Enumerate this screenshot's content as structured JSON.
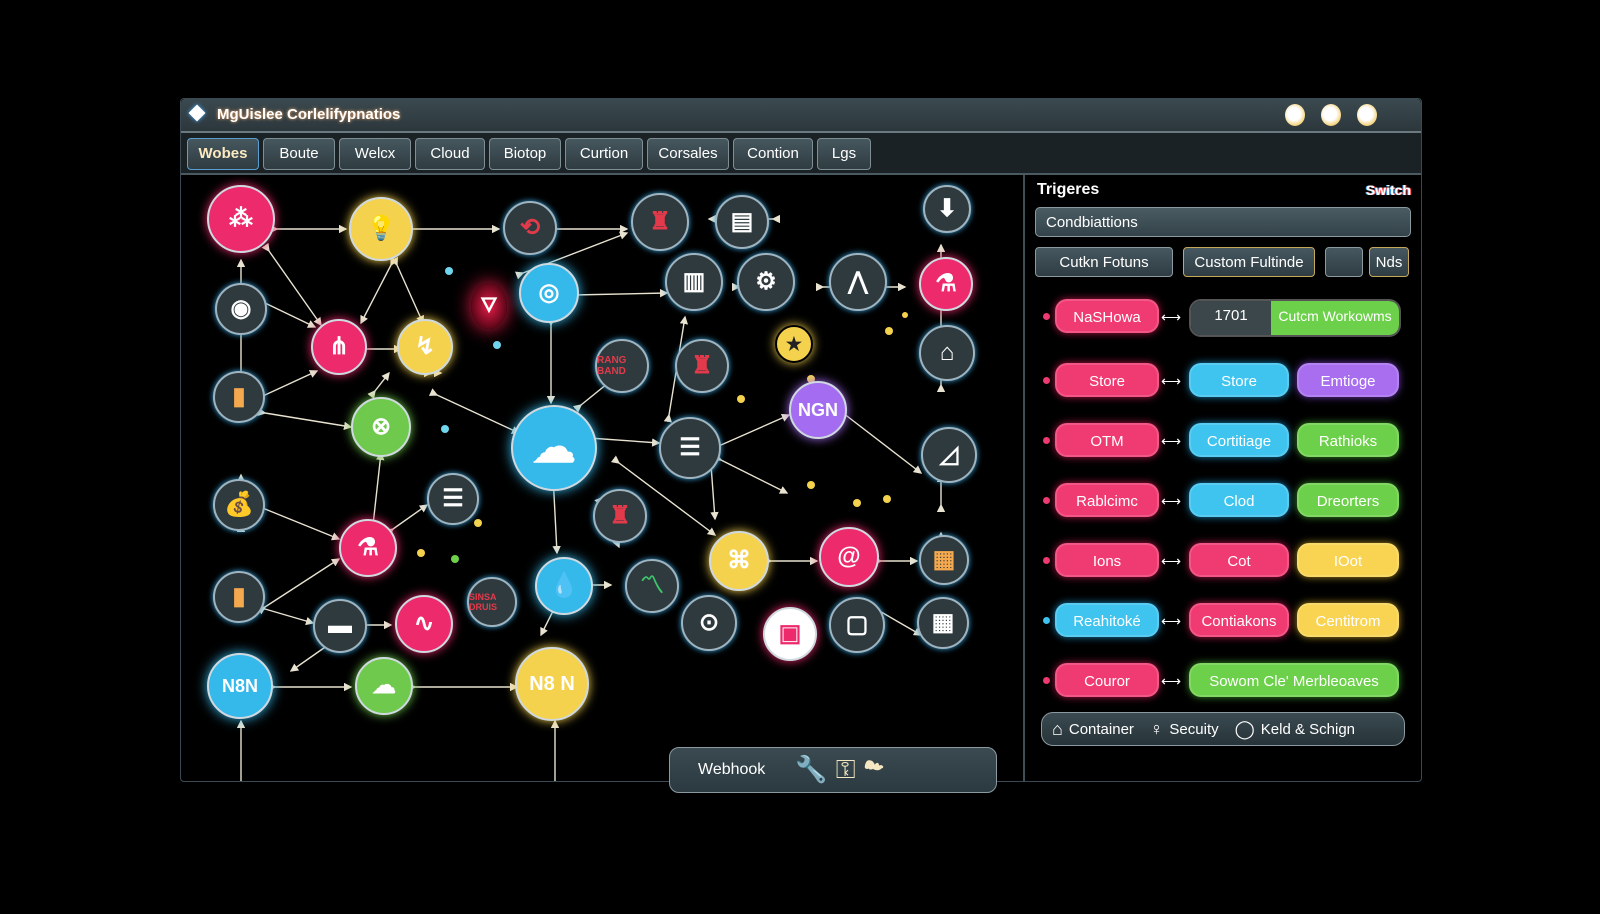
{
  "window": {
    "title": "MgUislee Corlelifypnatios",
    "controls": [
      "minimize",
      "maximize",
      "close"
    ]
  },
  "tabs": [
    {
      "label": "Wobes",
      "active": true
    },
    {
      "label": "Boute"
    },
    {
      "label": "Welcx"
    },
    {
      "label": "Cloud"
    },
    {
      "label": "Biotop"
    },
    {
      "label": "Curtion"
    },
    {
      "label": "Corsales"
    },
    {
      "label": "Contion"
    },
    {
      "label": "Lgs"
    }
  ],
  "canvas": {
    "nodes": [
      {
        "id": "n1",
        "icon": "users-icon",
        "glyph": "⁂",
        "color": "pink"
      },
      {
        "id": "n2",
        "icon": "lightbulb-icon",
        "glyph": "💡",
        "color": "yellow"
      },
      {
        "id": "n3",
        "icon": "user-sync-icon",
        "glyph": "⟲",
        "color": "dark"
      },
      {
        "id": "n4",
        "icon": "chess-icon",
        "glyph": "♜",
        "color": "dark"
      },
      {
        "id": "n5",
        "icon": "document-icon",
        "glyph": "▤",
        "color": "dark"
      },
      {
        "id": "n6",
        "icon": "download-arrow-icon",
        "glyph": "⬇",
        "color": "dark"
      },
      {
        "id": "n7",
        "icon": "blob-icon",
        "glyph": "◉",
        "color": "dark"
      },
      {
        "id": "n8",
        "icon": "share-icon",
        "glyph": "⋔",
        "color": "pink"
      },
      {
        "id": "n9",
        "icon": "drop-icon",
        "glyph": "🜄",
        "color": "pink"
      },
      {
        "id": "n10",
        "icon": "pan-icon",
        "glyph": "◎",
        "color": "blue"
      },
      {
        "id": "n11",
        "icon": "chart-building-icon",
        "glyph": "▥",
        "color": "dark"
      },
      {
        "id": "n12",
        "icon": "gear-icon",
        "glyph": "⚙",
        "color": "dark"
      },
      {
        "id": "n13",
        "icon": "compass-icon",
        "glyph": "⋀",
        "color": "dark"
      },
      {
        "id": "n14",
        "icon": "flask-icon",
        "glyph": "⚗",
        "color": "pink"
      },
      {
        "id": "n15",
        "icon": "bar-chart-icon",
        "glyph": "▮",
        "color": "dark"
      },
      {
        "id": "n16",
        "icon": "robot-arm-icon",
        "glyph": "↯",
        "color": "yellow"
      },
      {
        "id": "n17",
        "icon": "text-icon",
        "glyph": "BAND",
        "color": "dark",
        "label": "RANG BAND"
      },
      {
        "id": "n18",
        "icon": "chess-icon",
        "glyph": "♜",
        "color": "dark"
      },
      {
        "id": "n19",
        "icon": "star-icon",
        "glyph": "★",
        "color": "yellow"
      },
      {
        "id": "n20",
        "icon": "factory-icon",
        "glyph": "⌂",
        "color": "dark"
      },
      {
        "id": "n21",
        "icon": "browser-close-icon",
        "glyph": "⊗",
        "color": "green"
      },
      {
        "id": "n22",
        "icon": "cloud-icon",
        "glyph": "☁",
        "color": "blue"
      },
      {
        "id": "n23",
        "icon": "list-icon",
        "glyph": "☰",
        "color": "dark"
      },
      {
        "id": "n24",
        "icon": "n8n-node",
        "glyph": "NGN",
        "color": "purple",
        "label": "NGN"
      },
      {
        "id": "n25",
        "icon": "triangle-icon",
        "glyph": "◿",
        "color": "dark"
      },
      {
        "id": "n26",
        "icon": "moneybag-icon",
        "glyph": "💰",
        "color": "dark"
      },
      {
        "id": "n27",
        "icon": "list-icon",
        "glyph": "☰",
        "color": "dark"
      },
      {
        "id": "n28",
        "icon": "flask-icon",
        "glyph": "⚗",
        "color": "pink"
      },
      {
        "id": "n29",
        "icon": "chess-icon",
        "glyph": "♜",
        "color": "dark"
      },
      {
        "id": "n30",
        "icon": "network-icon",
        "glyph": "⌘",
        "color": "yellow"
      },
      {
        "id": "n31",
        "icon": "swirl-icon",
        "glyph": "@",
        "color": "pink"
      },
      {
        "id": "n32",
        "icon": "storage-icon",
        "glyph": "▦",
        "color": "dark"
      },
      {
        "id": "n33",
        "icon": "bar-chart-icon",
        "glyph": "▮",
        "color": "dark"
      },
      {
        "id": "n34",
        "icon": "bucket-icon",
        "glyph": "▬",
        "color": "dark"
      },
      {
        "id": "n35",
        "icon": "path-icon",
        "glyph": "∿",
        "color": "pink"
      },
      {
        "id": "n36",
        "icon": "text-icon",
        "glyph": "DRUS",
        "color": "dark",
        "label": "SINSA DRUIS"
      },
      {
        "id": "n37",
        "icon": "drop-icon",
        "glyph": "💧",
        "color": "blue"
      },
      {
        "id": "n38",
        "icon": "trend-icon",
        "glyph": "〽",
        "color": "dark"
      },
      {
        "id": "n39",
        "icon": "robot-icon",
        "glyph": "⊙",
        "color": "dark"
      },
      {
        "id": "n40",
        "icon": "display-icon",
        "glyph": "▣",
        "color": "pink"
      },
      {
        "id": "n41",
        "icon": "monitor-icon",
        "glyph": "▢",
        "color": "dark"
      },
      {
        "id": "n42",
        "icon": "keypad-icon",
        "glyph": "▦",
        "color": "dark"
      },
      {
        "id": "n43",
        "icon": "n8n-node",
        "glyph": "N8N",
        "color": "blue",
        "label": "N8N"
      },
      {
        "id": "n44",
        "icon": "cloud-icon",
        "glyph": "☁",
        "color": "green"
      },
      {
        "id": "n45",
        "icon": "n8n-node",
        "glyph": "N8N",
        "color": "yellow",
        "label": "N8 N"
      }
    ],
    "webhook": {
      "label": "Webhook",
      "icons": [
        "wrench-icon",
        "key-icon",
        "cloud-connect-icon"
      ]
    }
  },
  "panel": {
    "heading": "Trigeres",
    "switch_label": "Switch",
    "conditions_label": "Condbiattions",
    "buttons": [
      {
        "label": "Cutkn Fotuns"
      },
      {
        "label": "Custom Fultinde"
      },
      {
        "label": ""
      },
      {
        "label": "Nds"
      }
    ],
    "rows": [
      {
        "dot": "#f03a72",
        "left": {
          "label": "NaSHowa",
          "color": "pink"
        },
        "right_split": {
          "value": "1701",
          "label": "Cutcm Workowms"
        }
      },
      {
        "dot": "#f03a72",
        "left": {
          "label": "Store",
          "color": "pink"
        },
        "mid": {
          "label": "Store",
          "color": "blue"
        },
        "right": {
          "label": "Emtioge",
          "color": "purple"
        }
      },
      {
        "dot": "#f03a72",
        "left": {
          "label": "OTM",
          "color": "pink"
        },
        "mid": {
          "label": "Cortitiage",
          "color": "blue"
        },
        "right": {
          "label": "Rathioks",
          "color": "green"
        }
      },
      {
        "dot": "#f03a72",
        "left": {
          "label": "Rablcimc",
          "color": "pink"
        },
        "mid": {
          "label": "Clod",
          "color": "blue"
        },
        "right": {
          "label": "Dreorters",
          "color": "green"
        }
      },
      {
        "dot": "#f03a72",
        "left": {
          "label": "Ions",
          "color": "pink"
        },
        "mid": {
          "label": "Cot",
          "color": "pink"
        },
        "right": {
          "label": "IOot",
          "color": "yellow"
        }
      },
      {
        "dot": "#3ec4ef",
        "left": {
          "label": "Reahitoké",
          "color": "blue"
        },
        "mid": {
          "label": "Contiakons",
          "color": "pink"
        },
        "right": {
          "label": "Centitrom",
          "color": "yellow"
        }
      },
      {
        "dot": "#f03a72",
        "left": {
          "label": "Couror",
          "color": "pink"
        },
        "wide": {
          "label": "Sowom  Cle' Merbleoaves",
          "color": "green"
        }
      }
    ],
    "footer": [
      {
        "icon": "container-icon",
        "glyph": "⌂",
        "label": "Container"
      },
      {
        "icon": "security-icon",
        "glyph": "♀",
        "label": "Secuity"
      },
      {
        "icon": "chat-icon",
        "glyph": "◯",
        "label": "Keld & Schign"
      }
    ]
  },
  "colors": {
    "pink": "#f03a72",
    "blue": "#3ec4ef",
    "green": "#6dd04a",
    "yellow": "#f8d452",
    "purple": "#a96df0",
    "dark_node": "#2f3a3f",
    "background": "#000000"
  }
}
